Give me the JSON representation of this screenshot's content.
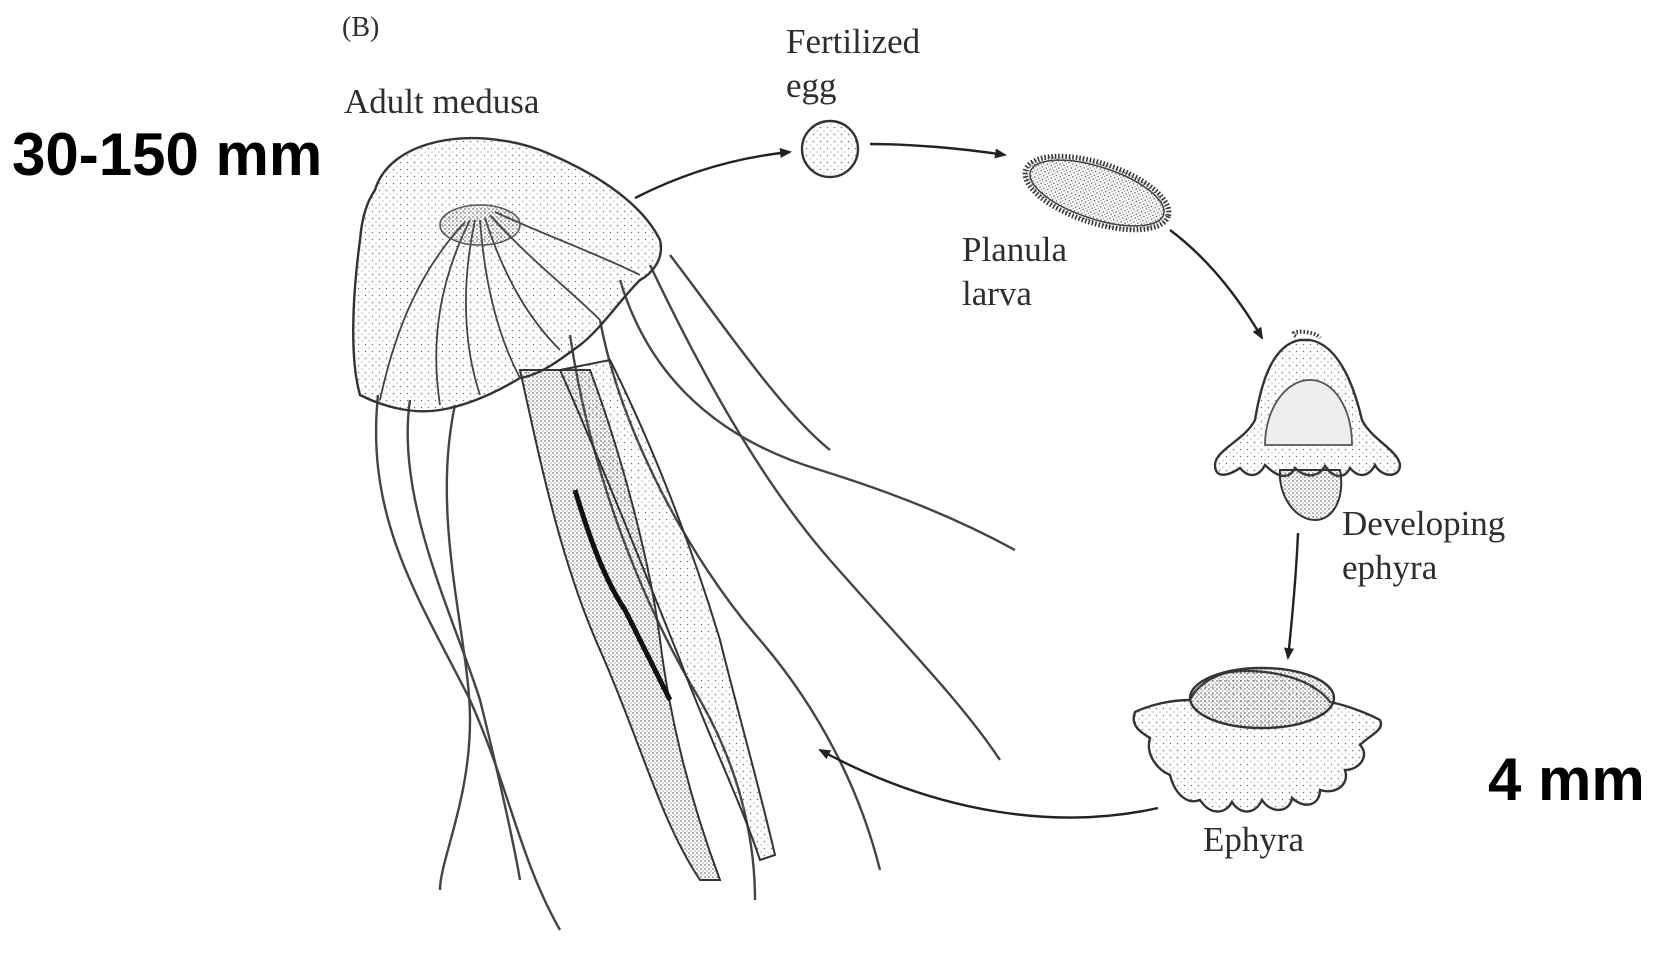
{
  "figure": {
    "panel_letter": "(B)",
    "stages": {
      "adult": "Adult medusa",
      "egg": [
        "Fertilized",
        "egg"
      ],
      "planula": [
        "Planula",
        "larva"
      ],
      "developing": [
        "Developing",
        "ephyra"
      ],
      "ephyra": "Ephyra"
    },
    "sizes": {
      "adult": "30-150 mm",
      "ephyra": "4 mm"
    }
  },
  "colors": {
    "ink": "#2e2e2e",
    "size_text": "#000000",
    "stipple": "#6b6b6b"
  }
}
